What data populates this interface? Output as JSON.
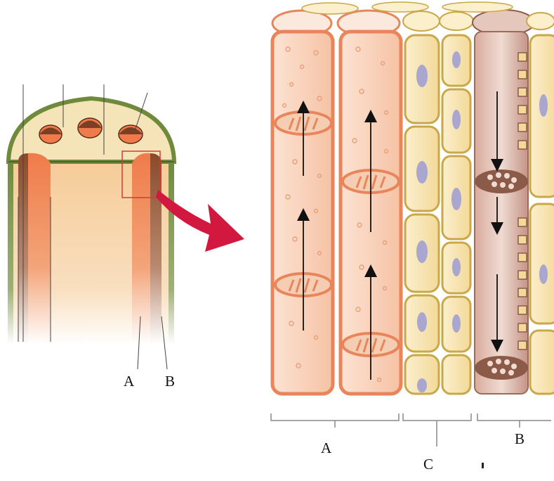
{
  "labels": {
    "small_a": "A",
    "small_b": "B",
    "large_a": "A",
    "large_b": "B",
    "large_c": "C"
  },
  "colors": {
    "xylem_wall": "#e8855a",
    "xylem_fill": "#f8d4bd",
    "phloem_fill": "#c9968a",
    "phloem_plate": "#8c5a48",
    "companion_fill": "#f7e4b0",
    "companion_wall": "#c9a84a",
    "nucleus": "#a9a6cf",
    "stem_epidermis": "#6f8a3a",
    "stem_fill": "#f6cc98",
    "zoom_arrow": "#d3183f",
    "highlight_box": "#d43a3a"
  },
  "flow": {
    "xylem_direction": "up",
    "phloem_direction": "down"
  }
}
